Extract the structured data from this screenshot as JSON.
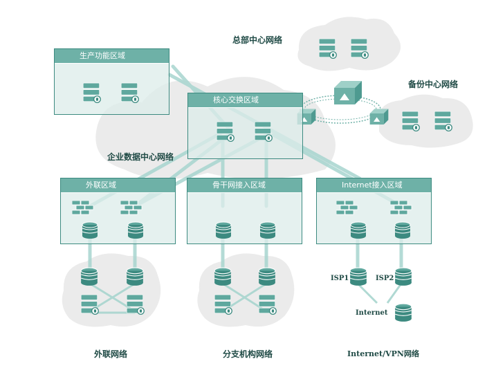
{
  "colors": {
    "accent": "#6eb1a7",
    "dark": "#3c8a80",
    "link": "#a8d5cf",
    "cloud": "#ebebeb"
  },
  "labels": {
    "hq": "总部中心网络",
    "backup": "备份中心网络",
    "dc": "企业数据中心网络",
    "ext_net": "外联网络",
    "branch_net": "分支机构网络",
    "inet_vpn": "Internet/VPN网络",
    "isp1": "ISP1",
    "isp2": "ISP2",
    "internet": "Internet"
  },
  "zones": {
    "production": "生产功能区域",
    "core": "核心交换区域",
    "external": "外联区域",
    "backbone": "骨干网接入区域",
    "internet": "Internet接入区域"
  },
  "icons": [
    "server-icon",
    "firewall-icon",
    "database-icon",
    "router-icon",
    "cloud-icon"
  ]
}
